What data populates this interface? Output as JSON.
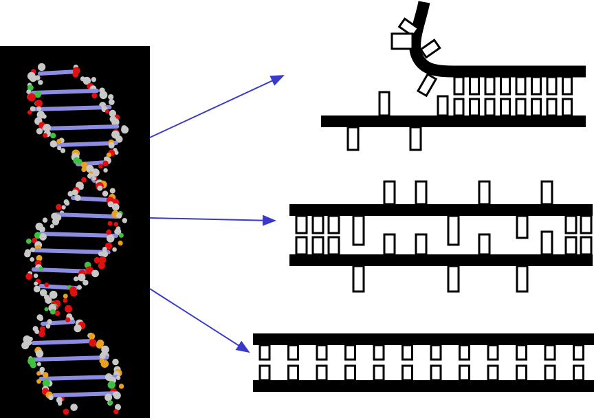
{
  "colors": {
    "arrow": "#3a3ac8",
    "strand": "#000000",
    "background": "#ffffff",
    "model_background": "#000000",
    "atom_carbon": "#c8c8c8",
    "atom_oxygen": "#e01010",
    "atom_phosphorus": "#e8a020",
    "atom_nitrogen": "#8c8ce0",
    "atom_hydrogen": "#40c040"
  },
  "panels": [
    {
      "name": "replication-fork",
      "state": "strands-separating"
    },
    {
      "name": "partially-unpaired",
      "state": "bases-unpaired"
    },
    {
      "name": "double-helix",
      "state": "fully-paired",
      "base_pairs": 12
    }
  ]
}
